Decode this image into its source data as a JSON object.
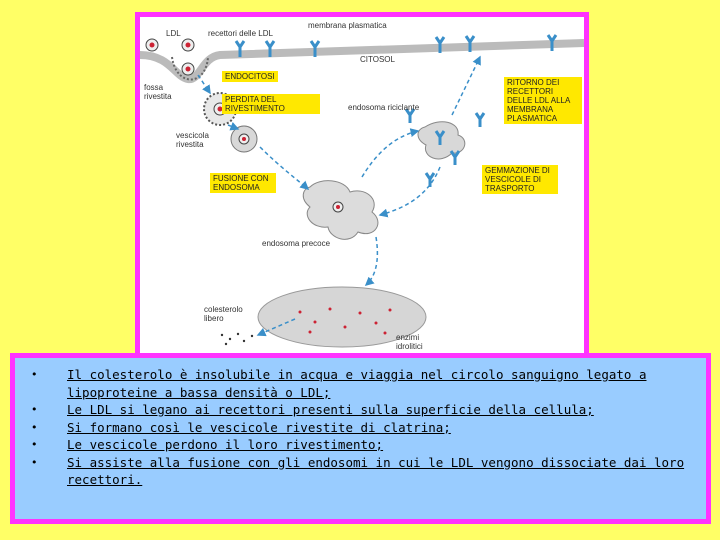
{
  "diagram": {
    "labels": {
      "ldl": "LDL",
      "recettori": "recettori delle LDL",
      "membrana": "membrana plasmatica",
      "citosol": "CITOSOL",
      "fossa": "fossa rivestita",
      "vescicola": "vescicola rivestita",
      "endosoma_riciclante": "endosoma riciclante",
      "endosoma_precoce": "endosoma precoce",
      "colesterolo": "colesterolo libero",
      "enzimi": "enzimi idrolitici"
    },
    "boxes": {
      "endocitosi": "ENDOCITOSI",
      "perdita": "PERDITA DEL RIVESTIMENTO",
      "fusione": "FUSIONE CON ENDOSOMA",
      "ritorno": "RITORNO DEI RECETTORI DELLE LDL ALLA MEMBRANA PLASMATICA",
      "gemmazione": "GEMMAZIONE DI VESCICOLE DI TRASPORTO"
    }
  },
  "bullets": [
    "Il colesterolo è insolubile in acqua e viaggia nel circolo sanguigno legato a lipoproteine a bassa densità o LDL;",
    "Le LDL si legano ai recettori presenti sulla superficie della cellula;",
    "Si formano così le vescicole rivestite di clatrina;",
    "Le vescicole perdono il loro rivestimento;",
    "Si assiste alla fusione con gli endosomi in cui le LDL vengono dissociate dai loro recettori."
  ],
  "bullet_char": "•",
  "colors": {
    "background": "#ffff66",
    "frame": "#ff33ff",
    "text_panel": "#99ccff",
    "label_box": "#ffe800",
    "receptor": "#3a8fc9",
    "membrane": "#b8b8b8"
  }
}
